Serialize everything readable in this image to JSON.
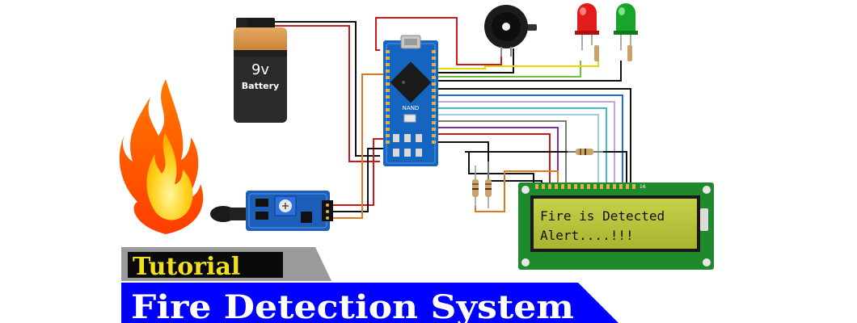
{
  "battery": {
    "voltage": "9v",
    "label": "Battery"
  },
  "arduino": {
    "chip_label": "NAND"
  },
  "lcd": {
    "line1": "Fire is Detected",
    "line2": "Alert....!!!",
    "pin_number": "16"
  },
  "banner": {
    "tag": "Tutorial",
    "title": "Fire Detection System"
  },
  "colors": {
    "red_wire": "#cc1a1a",
    "black_wire": "#111111",
    "orange_wire": "#e07820",
    "arduino_blue": "#1565c0",
    "lcd_screen": "#b9c43c",
    "lcd_board": "#1f8a2c",
    "sensor_blue": "#1d5fb8",
    "banner_blue": "#0000ff",
    "banner_gray": "#9a9a9a",
    "tag_yellow": "#f0e020",
    "led_red": "#e21b1b",
    "led_green": "#18a52b"
  },
  "icons": [
    "fire-icon",
    "battery-icon",
    "buzzer-icon",
    "red-led-icon",
    "green-led-icon",
    "flame-sensor-icon",
    "arduino-nano-icon",
    "lcd-display-icon",
    "resistor-icon"
  ]
}
